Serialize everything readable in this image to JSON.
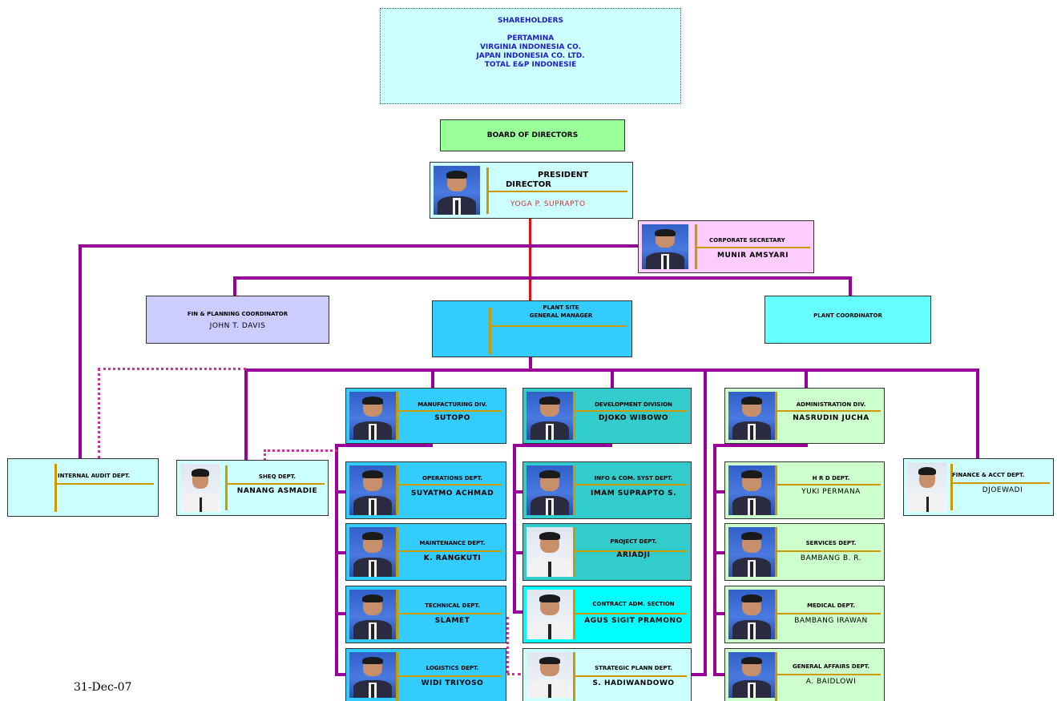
{
  "shareholders": {
    "heading": "SHAREHOLDERS",
    "members": [
      "PERTAMINA",
      "VIRGINIA INDONESIA CO.",
      "JAPAN INDONESIA CO. LTD.",
      "TOTAL E&P INDONESIE"
    ]
  },
  "board": {
    "label": "BOARD OF DIRECTORS"
  },
  "president": {
    "title_line1": "PRESIDENT",
    "title_line2": "DIRECTOR",
    "name": "YOGA P. SUPRAPTO"
  },
  "corporate_secretary": {
    "title": "CORPORATE SECRETARY",
    "name": "MUNIR AMSYARI"
  },
  "fin_planning": {
    "title": "FIN & PLANNING COORDINATOR",
    "name": "JOHN T. DAVIS"
  },
  "plant_site": {
    "title_line1": "PLANT SITE",
    "title_line2": "GENERAL MANAGER"
  },
  "plant_coordinator": {
    "title": "PLANT COORDINATOR"
  },
  "internal_audit": {
    "title": "INTERNAL AUDIT DEPT."
  },
  "sheq": {
    "title": "SHEQ DEPT.",
    "name": "NANANG ASMADIE"
  },
  "manufacturing": {
    "title": "MANUFACTURING DIV.",
    "name": "SUTOPO",
    "depts": [
      {
        "title": "OPERATIONS DEPT.",
        "name": "SUYATMO ACHMAD"
      },
      {
        "title": "MAINTENANCE DEPT.",
        "name": "K. RANGKUTI"
      },
      {
        "title": "TECHNICAL DEPT.",
        "name": "SLAMET"
      },
      {
        "title": "LOGISTICS DEPT.",
        "name": "WIDI TRIYOSO"
      }
    ]
  },
  "development": {
    "title": "DEVELOPMENT DIVISION",
    "name": "DJOKO WIBOWO",
    "depts": [
      {
        "title": "INFO & COM. SYST DEPT.",
        "name": "IMAM SUPRAPTO S."
      },
      {
        "title": "PROJECT DEPT.",
        "name": "ARIADJI"
      },
      {
        "title": "CONTRACT ADM. SECTION",
        "name": "AGUS SIGIT PRAMONO"
      },
      {
        "title": "STRATEGIC PLANN DEPT.",
        "name": "S. HADIWANDOWO"
      }
    ]
  },
  "administration": {
    "title": "ADMINISTRATION DIV.",
    "name": "NASRUDIN JUCHA",
    "depts": [
      {
        "title": "H R D DEPT.",
        "name": "YUKI PERMANA"
      },
      {
        "title": "SERVICES DEPT.",
        "name": "BAMBANG B. R."
      },
      {
        "title": "MEDICAL DEPT.",
        "name": "BAMBANG IRAWAN"
      },
      {
        "title": "GENERAL AFFAIRS DEPT.",
        "name": "A. BAIDLOWI"
      }
    ]
  },
  "finance": {
    "title": "FINANCE & ACCT DEPT.",
    "name": "DJOEWADI"
  },
  "footer": {
    "date": "31-Dec-07"
  },
  "colors": {
    "shareholders_fill": "#ccffff",
    "board_fill": "#99ff99",
    "president_fill": "#ccffff",
    "secretary_fill": "#ffccff",
    "fin_planning_fill": "#ccccff",
    "plant_site_fill": "#33ccff",
    "plant_coordinator_fill": "#66ffff",
    "manufacturing_fill": "#33ccff",
    "development_fill": "#33cccc",
    "contract_fill": "#00ffff",
    "administration_fill": "#ccffcc",
    "connector": "#990099",
    "president_link": "#dd1111",
    "accent_bar": "#cc9900",
    "president_name": "#cc3333"
  }
}
